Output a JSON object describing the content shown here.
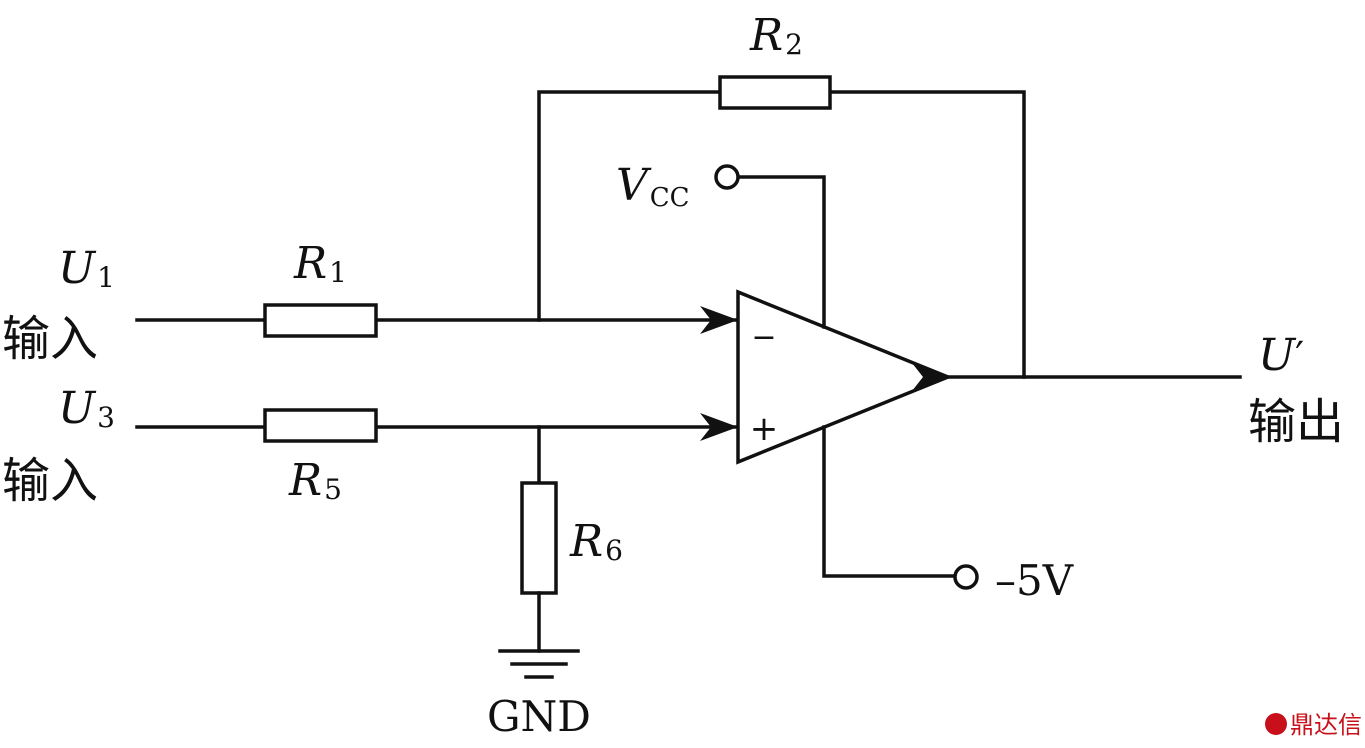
{
  "resistors": {
    "r1": {
      "letter": "R",
      "sub": "1"
    },
    "r2": {
      "letter": "R",
      "sub": "2"
    },
    "r5": {
      "letter": "R",
      "sub": "5"
    },
    "r6": {
      "letter": "R",
      "sub": "6"
    }
  },
  "inputs": [
    {
      "letter": "U",
      "sub": "1",
      "label": "输入"
    },
    {
      "letter": "U",
      "sub": "3",
      "label": "输入"
    }
  ],
  "output": {
    "letter": "U",
    "prime": "′",
    "label": "输出"
  },
  "supply": {
    "positive": {
      "letter": "V",
      "sub": "CC"
    },
    "negative": "–5V"
  },
  "ground_label": "GND",
  "opamp": {
    "inverting": "−",
    "noninverting": "+"
  },
  "watermark": "鼎达信"
}
